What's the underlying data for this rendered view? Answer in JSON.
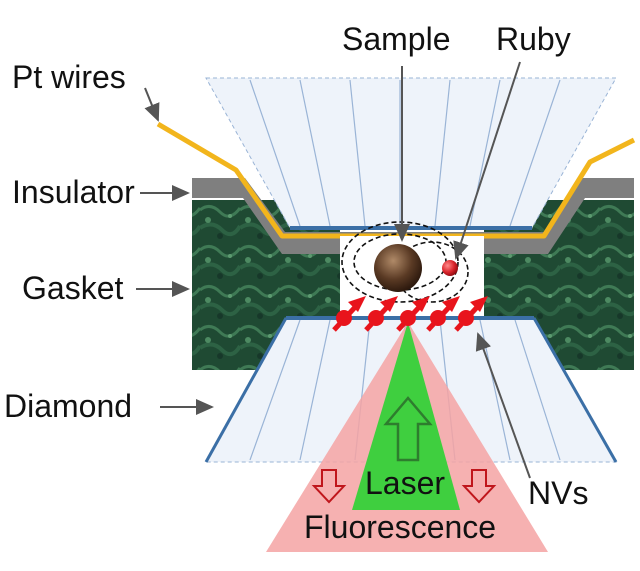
{
  "labels": {
    "pt_wires": "Pt wires",
    "insulator": "Insulator",
    "gasket": "Gasket",
    "diamond": "Diamond",
    "sample": "Sample",
    "ruby": "Ruby",
    "nvs": "NVs",
    "laser": "Laser",
    "fluorescence": "Fluorescence"
  },
  "colors": {
    "diamond_fill": "#eef3fa",
    "diamond_edge": "#3b6fa6",
    "gasket": "#1f4a33",
    "insulator": "#7f7f7f",
    "pt_wire": "#f2b51c",
    "laser": "#3fcf3f",
    "fluorescence": "#f5a3a3",
    "nv_arrow": "#e8141c",
    "ruby": "#d9242b",
    "sample": "#5a3a24"
  }
}
